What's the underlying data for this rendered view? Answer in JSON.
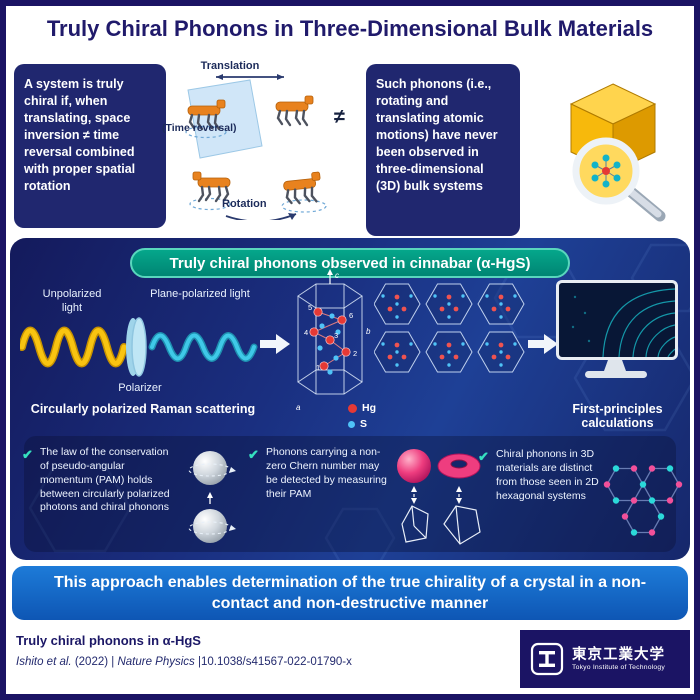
{
  "colors": {
    "navy": "#1b1464",
    "panel_blue": "#1a2f80",
    "teal": "#008573",
    "conclusion_blue": "#0e56b4",
    "gold": "#f7b90c",
    "orange": "#e8821e",
    "pink": "#ee3d7f",
    "cyan": "#3fc9e8"
  },
  "icons": {
    "check": "✔"
  },
  "header": {
    "title": "Truly Chiral Phonons in Three-Dimensional Bulk Materials"
  },
  "top": {
    "left_box": "A system is truly chiral if, when translating, space inversion ≠ time reversal combined with proper spatial rotation",
    "labels": {
      "translation": "Translation",
      "time_reversal": "(Time reversal)",
      "rotation": "Rotation",
      "not_equal": "≠"
    },
    "right_box": "Such phonons (i.e., rotating and translating atomic motions) have never been observed in three-dimensional (3D) bulk systems"
  },
  "main": {
    "banner": "Truly chiral phonons observed in cinnabar (α-HgS)",
    "raman": {
      "unpolarized": "Unpolarized light",
      "plane": "Plane-polarized light",
      "polarizer": "Polarizer",
      "caption": "Circularly polarized Raman scattering"
    },
    "crystal": {
      "axes": {
        "a": "a",
        "b": "b",
        "c": "c"
      },
      "numbers": [
        "1",
        "2",
        "3",
        "4",
        "5",
        "6"
      ]
    },
    "legend": {
      "hg": "Hg",
      "s": "S"
    },
    "calc_caption": "First-principles calculations",
    "bullets": [
      {
        "text": "The law of the conservation of pseudo-angular momentum (PAM) holds between circularly polarized photons and chiral phonons"
      },
      {
        "text": "Phonons carrying a non-zero Chern number may be detected by measuring their PAM"
      },
      {
        "text": "Chiral phonons in 3D materials are distinct from those seen in 2D hexagonal systems"
      }
    ]
  },
  "conclusion": {
    "text": "This approach enables determination of the true chirality of a crystal in a non-contact and non-destructive manner"
  },
  "footer": {
    "title": "Truly chiral phonons in α-HgS",
    "citation": {
      "authors": "Ishito et al.",
      "mid": " (2022) | ",
      "journal": "Nature Physics",
      "doi": " |10.1038/s41567-022-01790-x"
    },
    "logo": {
      "jp": "東京工業大学",
      "en": "Tokyo Institute of Technology"
    }
  }
}
